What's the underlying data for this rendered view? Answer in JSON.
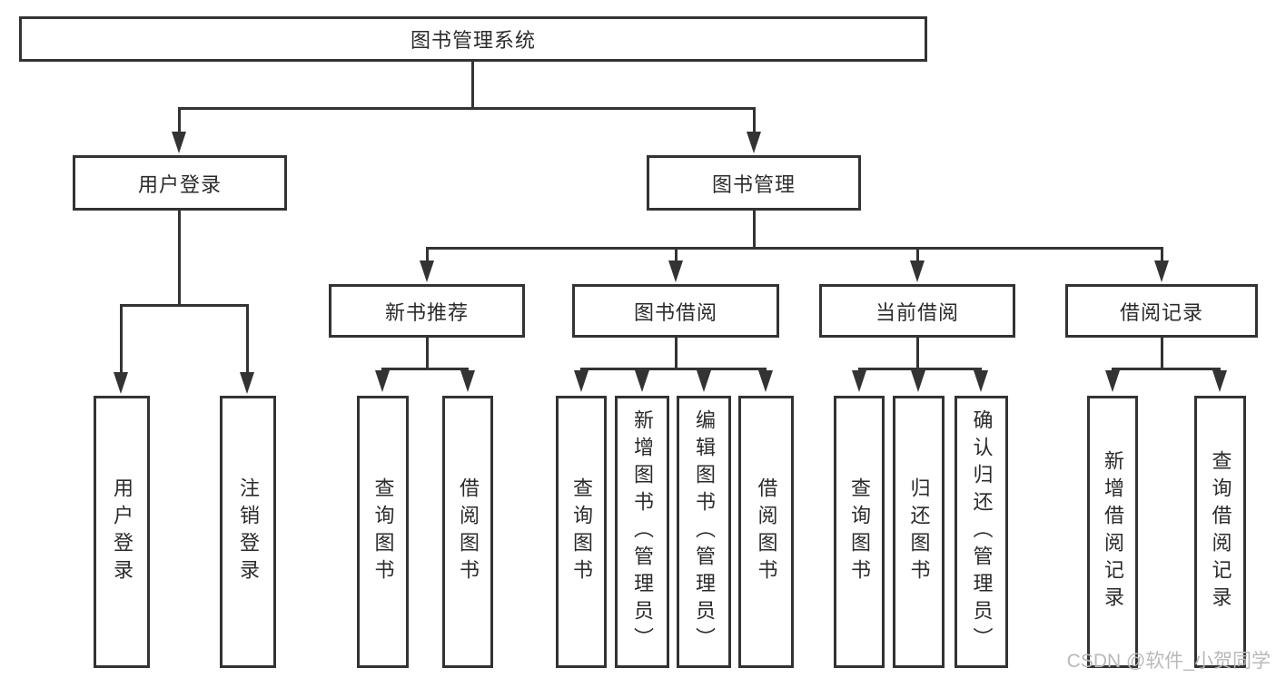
{
  "diagram": {
    "title": "图书管理系统",
    "root": {
      "label": "图书管理系统"
    },
    "branches": [
      {
        "label": "用户登录",
        "children": [
          {
            "label": "用户登录"
          },
          {
            "label": "注销登录"
          }
        ]
      },
      {
        "label": "图书管理",
        "children": [
          {
            "label": "新书推荐",
            "children": [
              {
                "label": "查询图书"
              },
              {
                "label": "借阅图书"
              }
            ]
          },
          {
            "label": "图书借阅",
            "children": [
              {
                "label": "查询图书"
              },
              {
                "label": "新增图书（管理员）"
              },
              {
                "label": "编辑图书（管理员）"
              },
              {
                "label": "借阅图书"
              }
            ]
          },
          {
            "label": "当前借阅",
            "children": [
              {
                "label": "查询图书"
              },
              {
                "label": "归还图书"
              },
              {
                "label": "确认归还（管理员）"
              }
            ]
          },
          {
            "label": "借阅记录",
            "children": [
              {
                "label": "新增借阅记录"
              },
              {
                "label": "查询借阅记录"
              }
            ]
          }
        ]
      }
    ]
  },
  "watermark": {
    "text": "CSDN @软件_小贺同学"
  },
  "colors": {
    "line": "#333333",
    "text": "#2b2b2b",
    "watermark": "#b9b9b9",
    "background": "#ffffff"
  }
}
